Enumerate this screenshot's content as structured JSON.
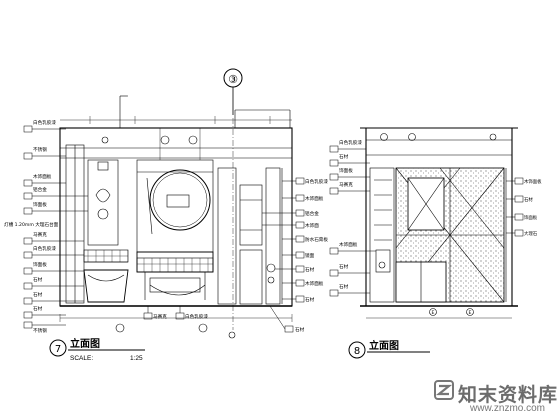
{
  "drawing": {
    "section_mark": "③",
    "title_7": {
      "number": "7",
      "text": "立面图",
      "scale_label": "SCALE:",
      "scale_value": "1:25"
    },
    "title_8": {
      "number": "8",
      "text": "立面图"
    },
    "left_labels": [
      "白色乳胶漆",
      "不锈钢",
      "木饰面板",
      "铝合金",
      "饰面板",
      "马赛克",
      "白色乳胶漆",
      "饰面板",
      "石材",
      "石材",
      "石材",
      "不锈钢"
    ],
    "left_small_note": "灯槽 1.20mm 大理石台面",
    "right_labels_7": [
      "白色乳胶漆",
      "木饰面板",
      "铝合金",
      "木饰面",
      "防水石膏板",
      "镜面",
      "石材",
      "木饰面板",
      "石材"
    ],
    "right_labels_8": [
      "白色乳胶漆",
      "石材",
      "饰面板",
      "马赛克",
      "木饰面板",
      "石材",
      "石材"
    ],
    "far_right_labels_8": [
      "木饰面板",
      "石材",
      "饰面板",
      "大理石"
    ],
    "bottom_labels_7": [
      "马赛克",
      "白色乳胶漆",
      "石材"
    ],
    "bottom_labels_8": [
      "E",
      "E"
    ],
    "colors": {
      "line": "#000000",
      "paper": "#ffffff",
      "watermark": "#6c6c6c"
    }
  },
  "watermark": {
    "brand": "知末资料库",
    "url": "www.znzmo.com"
  }
}
